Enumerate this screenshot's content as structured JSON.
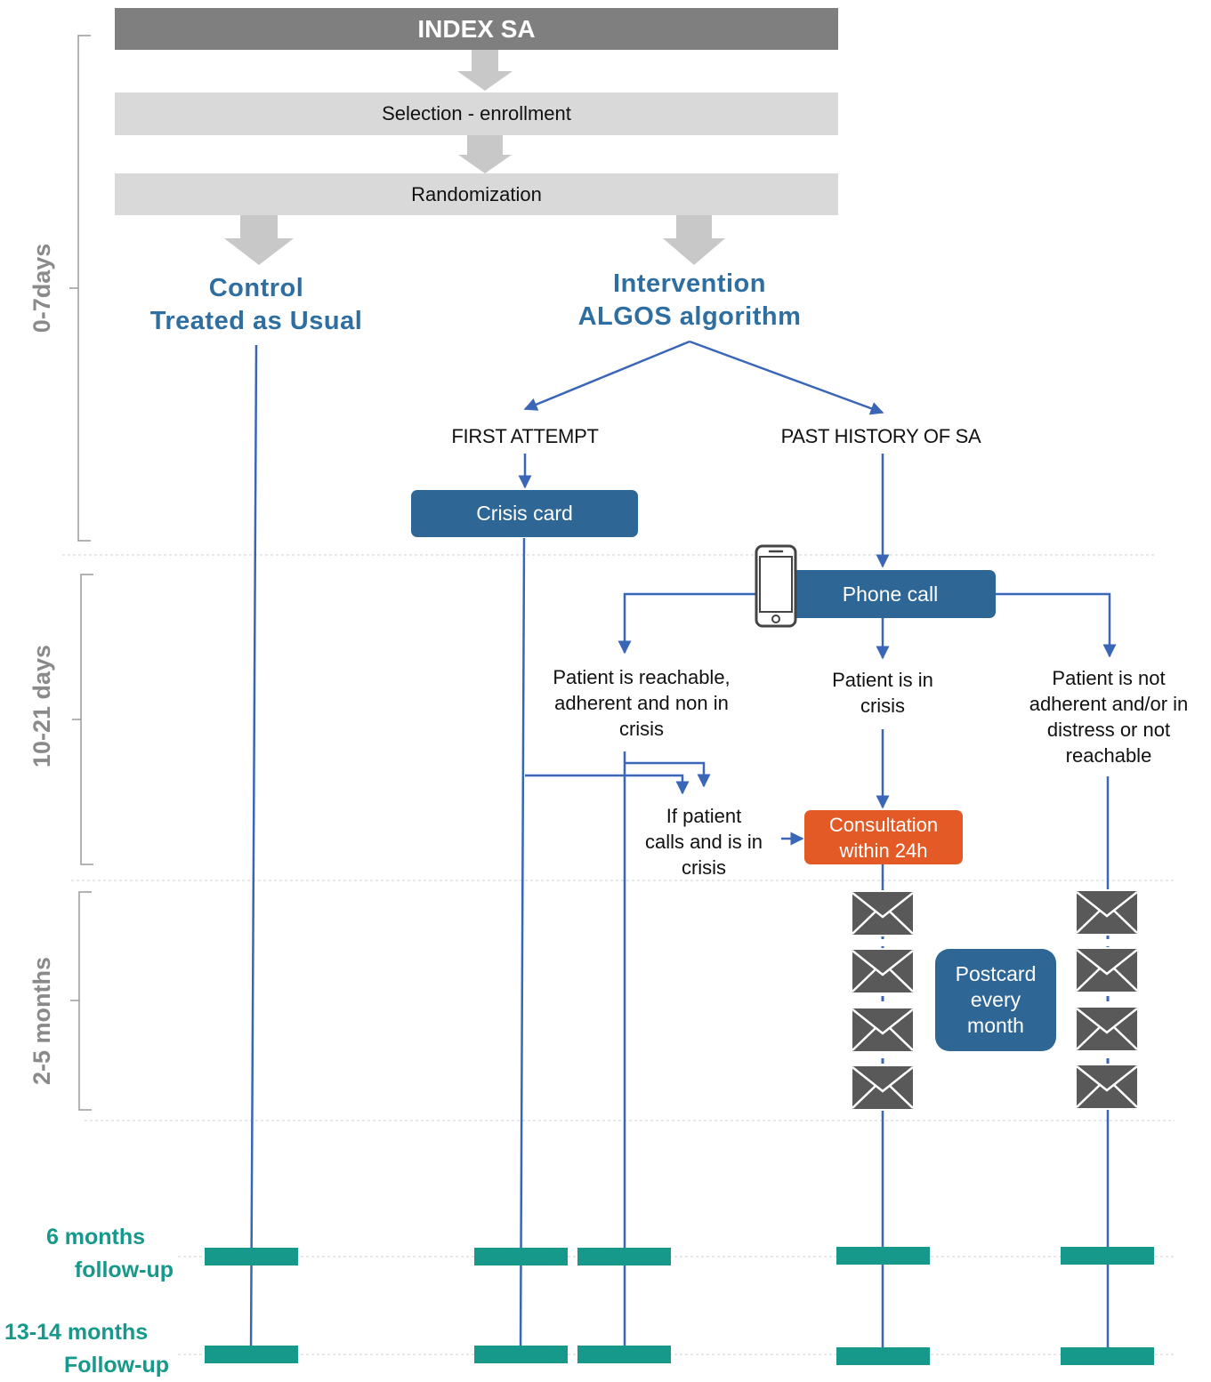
{
  "header": {
    "title": "INDEX SA"
  },
  "steps": {
    "selection": "Selection - enrollment",
    "randomization": "Randomization"
  },
  "arms": {
    "control": {
      "line1": "Control",
      "line2": "Treated as Usual"
    },
    "intervention": {
      "line1": "Intervention",
      "line2": "ALGOS algorithm"
    }
  },
  "branches": {
    "first_attempt": "FIRST ATTEMPT",
    "past_history": "PAST HISTORY OF SA"
  },
  "boxes": {
    "crisis_card": "Crisis card",
    "phone_call": "Phone call",
    "consultation_line1": "Consultation",
    "consultation_line2": "within 24h",
    "postcard_line1": "Postcard",
    "postcard_line2": "every",
    "postcard_line3": "month"
  },
  "outcomes": {
    "reachable": {
      "line1": "Patient is reachable,",
      "line2": "adherent and non in",
      "line3": "crisis"
    },
    "in_crisis": {
      "line1": "Patient is in",
      "line2": "crisis"
    },
    "not_adherent": {
      "line1": "Patient is not",
      "line2": "adherent and/or in",
      "line3": "distress or not",
      "line4": "reachable"
    },
    "if_calls": {
      "line1": "If patient",
      "line2": "calls and is in",
      "line3": "crisis"
    }
  },
  "periods": {
    "p1": "0-7days",
    "p2": "10-21 days",
    "p3": "2-5 months"
  },
  "followups": {
    "six": {
      "line1": "6 months",
      "line2": "follow-up"
    },
    "thirteen": {
      "line1": "13-14 months",
      "line2": "Follow-up"
    }
  },
  "colors": {
    "header_gray": "#7f7f7f",
    "step_gray": "#d9d9d9",
    "arrow_gray": "#c8c8c8",
    "line_blue": "#3a66b8",
    "box_blue": "#2e6696",
    "title_blue": "#2f6ea0",
    "consultation_orange": "#e45a26",
    "followup_teal": "#16998a",
    "envelope_gray": "#595959"
  },
  "icons": {
    "phone": "smartphone-icon",
    "postcard": "envelope-icon"
  }
}
